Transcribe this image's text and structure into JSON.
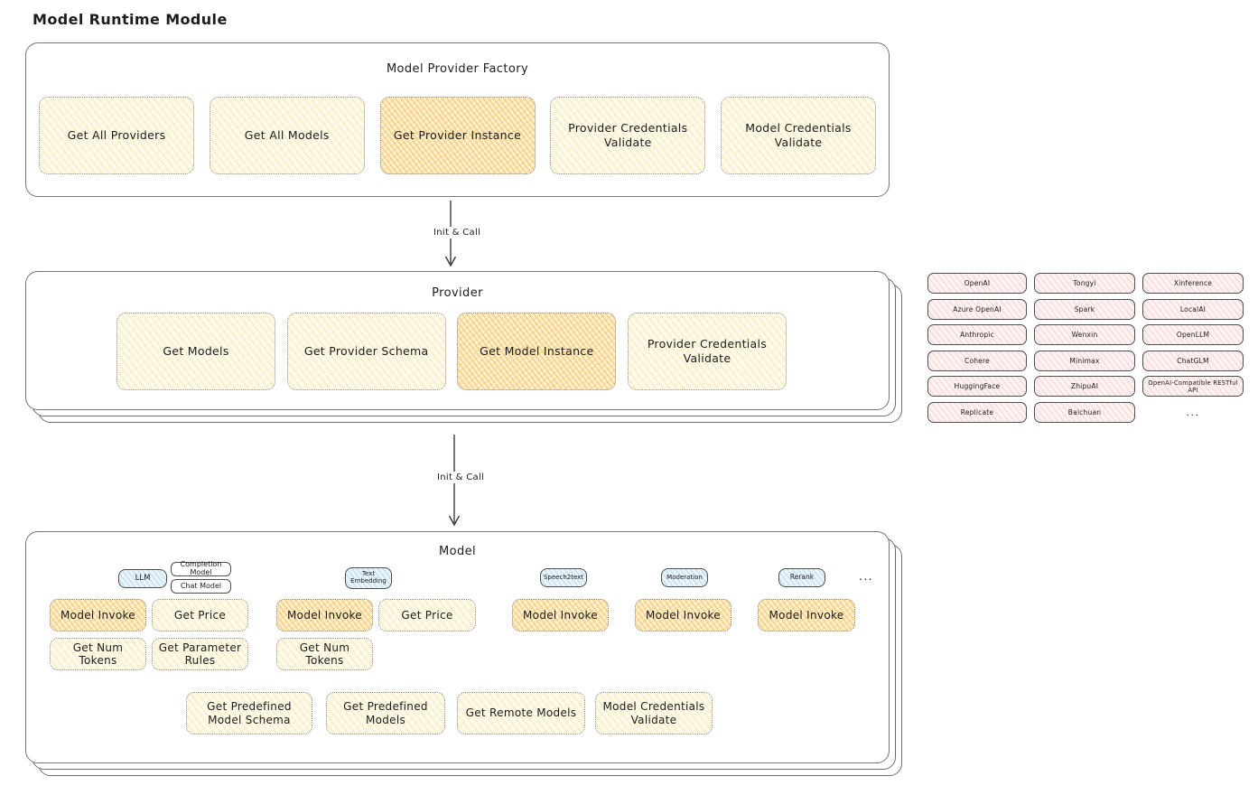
{
  "title": "Model Runtime Module",
  "factory": {
    "label": "Model Provider Factory",
    "boxes": [
      {
        "label": "Get All Providers",
        "highlight": false
      },
      {
        "label": "Get All Models",
        "highlight": false
      },
      {
        "label": "Get Provider Instance",
        "highlight": true
      },
      {
        "label": "Provider Credentials Validate",
        "highlight": false
      },
      {
        "label": "Model Credentials Validate",
        "highlight": false
      }
    ]
  },
  "arrows": {
    "factory_to_provider": "Init & Call",
    "provider_to_model": "Init & Call"
  },
  "provider": {
    "label": "Provider",
    "boxes": [
      {
        "label": "Get Models",
        "highlight": false
      },
      {
        "label": "Get Provider Schema",
        "highlight": false
      },
      {
        "label": "Get Model Instance",
        "highlight": true
      },
      {
        "label": "Provider Credentials Validate",
        "highlight": false
      }
    ]
  },
  "providers_list": {
    "items": [
      "OpenAI",
      "Tongyi",
      "Xinference",
      "Azure OpenAI",
      "Spark",
      "LocalAI",
      "Anthropic",
      "Wenxin",
      "OpenLLM",
      "Cohere",
      "Minimax",
      "ChatGLM",
      "HuggingFace",
      "ZhipuAI",
      "OpenAI-Compatible RESTful API",
      "Replicate",
      "Baichuan"
    ],
    "more": "..."
  },
  "model": {
    "label": "Model",
    "tags": {
      "llm": "LLM",
      "completion_model": "Completion Model",
      "chat_model": "Chat Model",
      "text_embedding": "Text Embedding",
      "speech2text": "Speech2text",
      "moderation": "Moderation",
      "rerank": "Rerank",
      "more": "..."
    },
    "functions": {
      "model_invoke": "Model Invoke",
      "get_price": "Get Price",
      "get_num_tokens": "Get Num Tokens",
      "get_parameter_rules": "Get Parameter Rules"
    },
    "bottom_boxes": [
      {
        "label": "Get Predefined Model Schema"
      },
      {
        "label": "Get Predefined Models"
      },
      {
        "label": "Get Remote Models"
      },
      {
        "label": "Model Credentials Validate"
      }
    ]
  },
  "colors": {
    "yellow_fill": "#FEFAEC",
    "yellow_hatch": "#F0CD69",
    "orange_fill": "#FDF0D0",
    "orange_hatch": "#EEB03C",
    "pink_fill": "#FDF1F1",
    "pink_hatch": "#EBA0A0",
    "blue_fill": "#E9F4FB",
    "blue_hatch": "#82B9E6",
    "box_border_dotted": "#8F8F8F",
    "solid_border": "#4E4E4E",
    "container_border": "#757575",
    "text": "#1C1C1C"
  }
}
